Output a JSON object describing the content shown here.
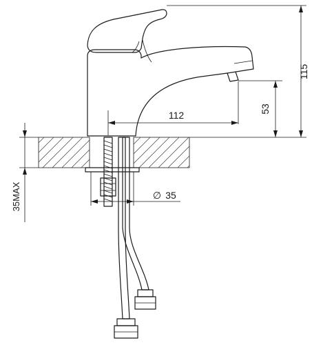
{
  "dimensions": {
    "total_height": "115",
    "spout_height": "53",
    "spout_reach": "112",
    "hole_diameter_symbol": "∅",
    "hole_diameter_value": "35",
    "max_thickness": "35MAX"
  }
}
